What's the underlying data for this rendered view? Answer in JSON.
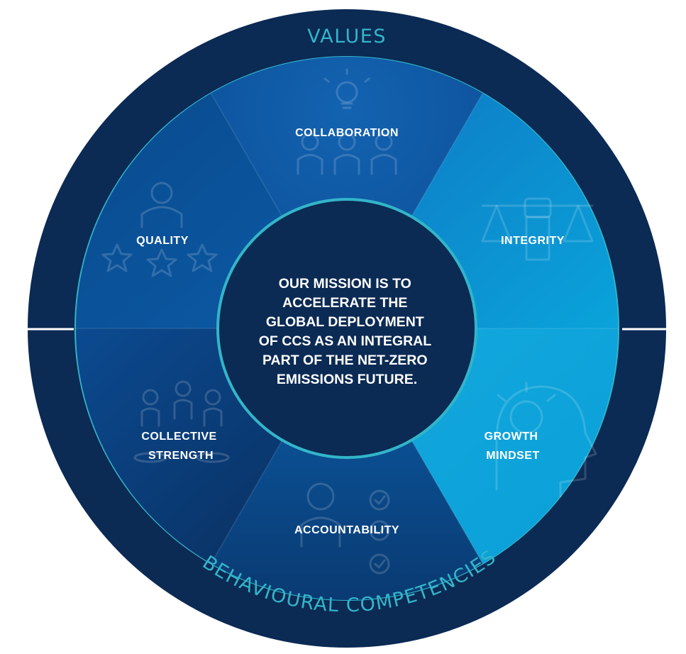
{
  "ring": {
    "top_label": "VALUES",
    "bottom_label": "BEHAVIOURAL COMPETENCIES"
  },
  "center": {
    "mission_lines": [
      "OUR MISSION IS TO",
      "ACCELERATE THE",
      "GLOBAL DEPLOYMENT",
      "OF CCS AS AN INTEGRAL",
      "PART OF THE NET-ZERO",
      "EMISSIONS FUTURE."
    ]
  },
  "segments": [
    {
      "id": "collaboration",
      "lines": [
        "COLLABORATION"
      ],
      "icon": "people-lightbulb-icon"
    },
    {
      "id": "integrity",
      "lines": [
        "INTEGRITY"
      ],
      "icon": "scales-fist-icon"
    },
    {
      "id": "growth-mindset",
      "lines": [
        "GROWTH",
        "MINDSET"
      ],
      "icon": "head-sun-icon"
    },
    {
      "id": "accountability",
      "lines": [
        "ACCOUNTABILITY"
      ],
      "icon": "person-checklist-icon"
    },
    {
      "id": "collective-strength",
      "lines": [
        "COLLECTIVE",
        "STRENGTH"
      ],
      "icon": "group-people-icon"
    },
    {
      "id": "quality",
      "lines": [
        "QUALITY"
      ],
      "icon": "person-stars-icon"
    }
  ],
  "colors": {
    "outer_ring": "#0b2a54",
    "accent": "#33b5c9",
    "center": "#0b2a54",
    "divider": "#ffffff"
  }
}
